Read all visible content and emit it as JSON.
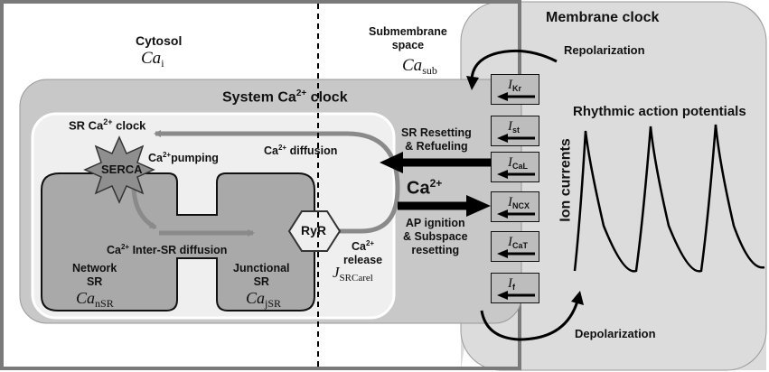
{
  "regions": {
    "cytosol_label": "Cytosol",
    "cytosol_var": "Ca",
    "cytosol_sub": "i",
    "submembrane_line1": "Submembrane",
    "submembrane_line2": "space",
    "submembrane_var": "Ca",
    "submembrane_sub": "sub",
    "membrane_clock": "Membrane clock"
  },
  "system_clock": {
    "title_prefix": "System Ca",
    "title_sup": "2+",
    "title_suffix": " clock"
  },
  "sr_clock": {
    "title_prefix": "SR Ca",
    "title_sup": "2+",
    "title_suffix": " clock",
    "serca": "SERCA",
    "pumping_prefix": "Ca",
    "pumping_sup": "2+",
    "pumping_suffix": "pumping",
    "diffusion_prefix": "Ca",
    "diffusion_sup": "2+",
    "diffusion_suffix": " diffusion",
    "inter_sr_prefix": "Ca",
    "inter_sr_sup": "2+",
    "inter_sr_suffix": " Inter-SR diffusion",
    "ryr": "RyR",
    "release_prefix": "Ca",
    "release_sup": "2+",
    "release_word": "release",
    "release_var": "J",
    "release_sub": "SRCarel",
    "network_line1": "Network",
    "network_line2": "SR",
    "network_var": "Ca",
    "network_sub": "nSR",
    "junctional_line1": "Junctional",
    "junctional_line2": "SR",
    "junctional_var": "Ca",
    "junctional_sub": "jSR"
  },
  "coupling": {
    "resetting_line1": "SR Resetting",
    "resetting_line2": "& Refueling",
    "ca_prefix": "Ca",
    "ca_sup": "2+",
    "ignition_line1": "AP ignition",
    "ignition_line2": "& Subspace",
    "ignition_line3": "resetting"
  },
  "membrane": {
    "repolarization": "Repolarization",
    "depolarization": "Depolarization",
    "ion_currents": "Ion currents",
    "rhythmic_ap": "Rhythmic action potentials",
    "currents": [
      {
        "var": "I",
        "sub": "Kr"
      },
      {
        "var": "I",
        "sub": "st"
      },
      {
        "var": "I",
        "sub": "CaL"
      },
      {
        "var": "I",
        "sub": "NCX"
      },
      {
        "var": "I",
        "sub": "CaT"
      },
      {
        "var": "I",
        "sub": "f"
      }
    ]
  },
  "colors": {
    "system_clock_fill": "#c8c8c8",
    "sr_clock_fill": "#efefef",
    "sr_compartment_fill": "#a9a9a9",
    "membrane_fill": "#dcdcdc",
    "ion_box_fill": "#bdbdbd",
    "arrow_gray": "#8a8a8a",
    "arrow_black": "#000000"
  }
}
